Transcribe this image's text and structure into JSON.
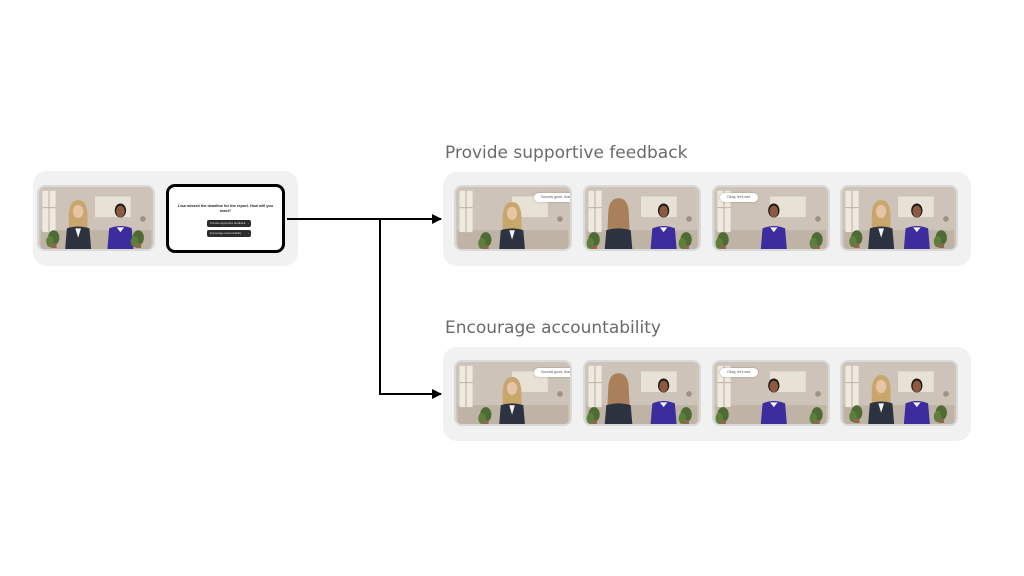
{
  "scenario": {
    "question": "Lisa missed the deadline for the report. How will you react?",
    "options": [
      {
        "label": "Provide supportive feedback"
      },
      {
        "label": "Encourage accountability"
      }
    ]
  },
  "branches": [
    {
      "title": "Provide supportive feedback",
      "bubbles": [
        "Sounds good, thank you.",
        "Okay, let's see."
      ]
    },
    {
      "title": "Encourage accountability",
      "bubbles": [
        "Sounds good, thank you.",
        "Okay, let's see."
      ]
    }
  ],
  "colors": {
    "panel": "#f1f1f1",
    "arrow": "#000000",
    "title": "#6a6a6a",
    "blazer": "#2c3240",
    "sweater": "#3d2c9e"
  }
}
